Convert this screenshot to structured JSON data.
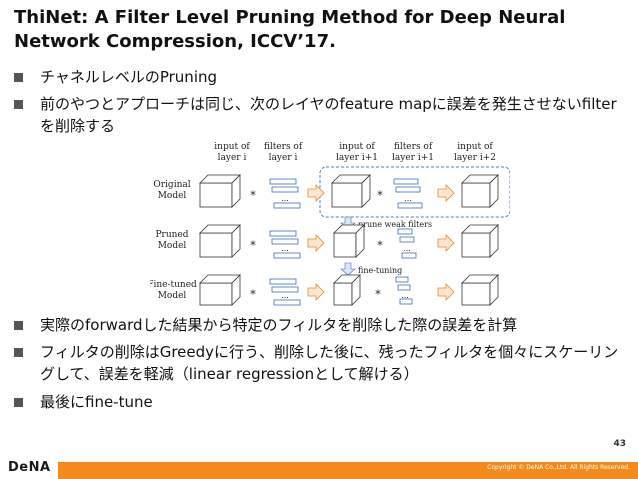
{
  "slide": {
    "title": "ThiNet: A Filter Level Pruning Method for Deep Neural Network Compression, ICCV’17.",
    "bullets_top": [
      "チャネルレベルのPruning",
      "前のやつとアプローチは同じ、次のレイヤのfeature mapに誤差を発生させないfilterを削除する"
    ],
    "bullets_bottom": [
      "実際のforwardした結果から特定のフィルタを削除した際の誤差を計算",
      "フィルタの削除はGreedyに行う、削除した後に、残ったフィルタを個々にスケーリングして、誤差を軽減（linear regressionとして解ける）",
      "最後にfine-tune"
    ],
    "page_number": "43"
  },
  "figure": {
    "col_headers": [
      {
        "l1": "input of",
        "l2": "layer i"
      },
      {
        "l1": "filters of",
        "l2": "layer i"
      },
      {
        "l1": "input of",
        "l2": "layer i+1"
      },
      {
        "l1": "filters of",
        "l2": "layer i+1"
      },
      {
        "l1": "input of",
        "l2": "layer i+2"
      }
    ],
    "row_labels": [
      {
        "l1": "Original",
        "l2": "Model"
      },
      {
        "l1": "Pruned",
        "l2": "Model"
      },
      {
        "l1": "Fine-tuned",
        "l2": "Model"
      }
    ],
    "arrow_labels": [
      "prune weak filters",
      "fine-tuning"
    ],
    "operator": "*",
    "ellipsis": "..."
  },
  "footer": {
    "logo": "DeNA",
    "copyright": "Copyright © DeNA Co.,Ltd. All Rights Reserved.",
    "bar_color": "#f28a1e"
  }
}
